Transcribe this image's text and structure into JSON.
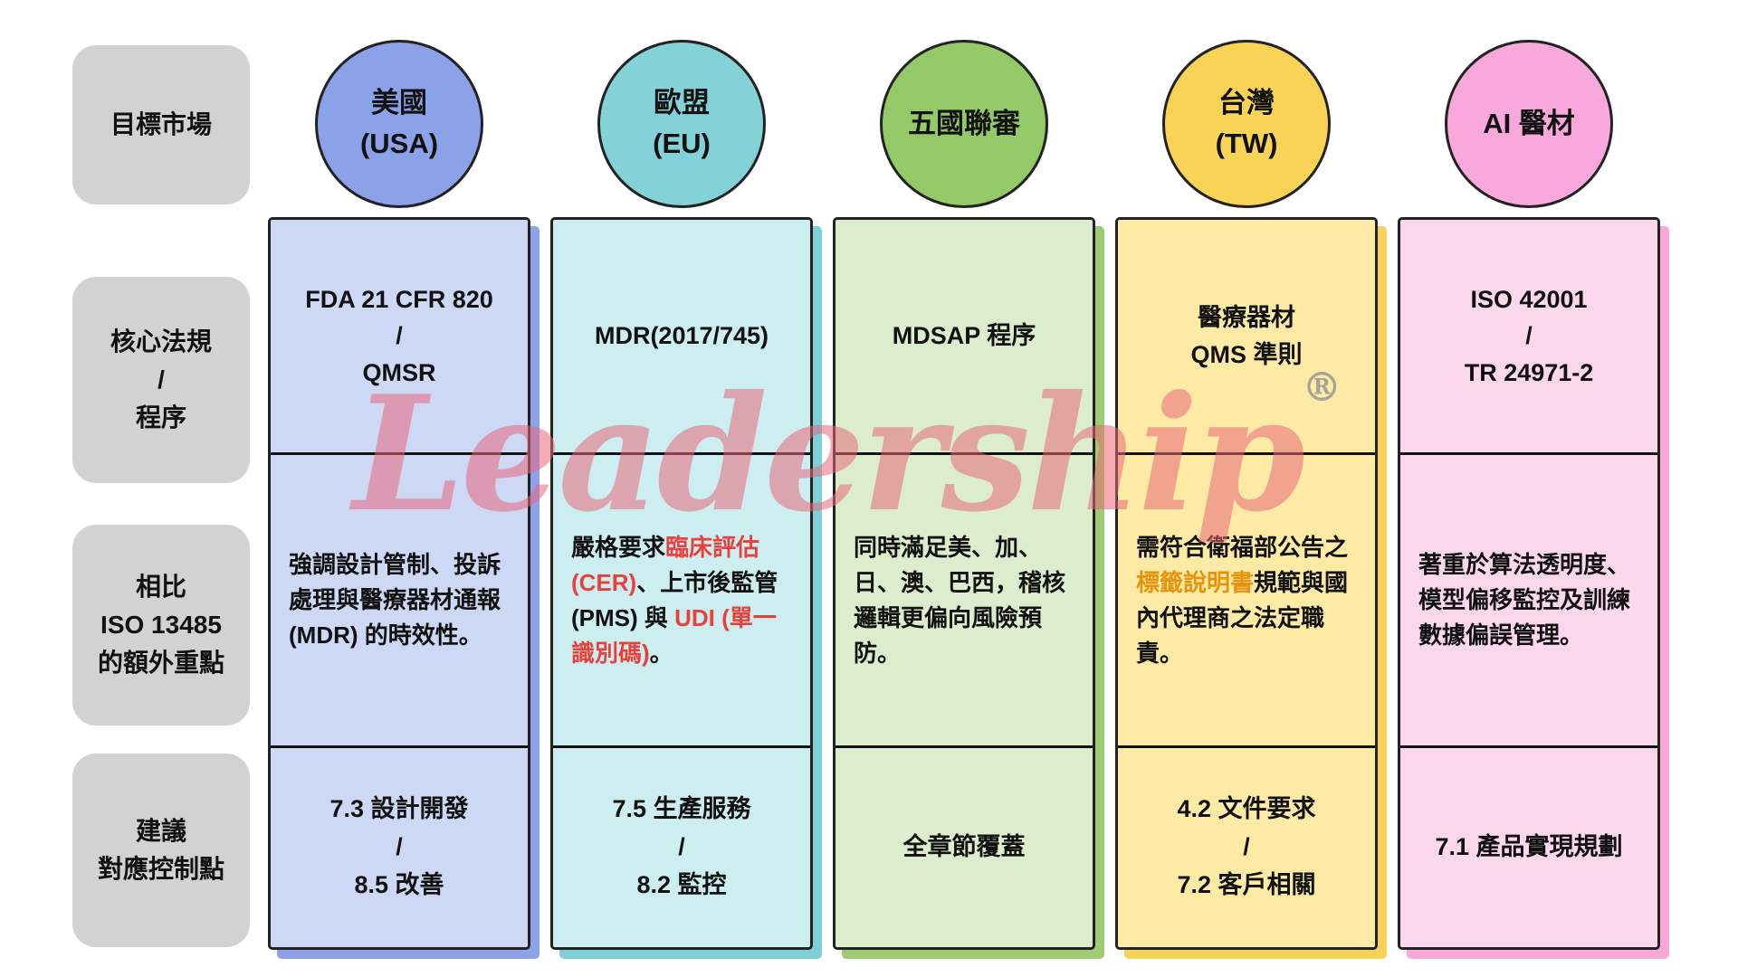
{
  "watermark": {
    "text": "Leadership",
    "reg": "®"
  },
  "row_labels": [
    {
      "id": "market",
      "text": "目標市場"
    },
    {
      "id": "core",
      "text": "核心法規\n/\n程序"
    },
    {
      "id": "extra",
      "text": "相比\nISO 13485\n的額外重點"
    },
    {
      "id": "control",
      "text": "建議\n對應控制點"
    }
  ],
  "columns": [
    {
      "id": "usa",
      "market": "美國\n(USA)",
      "circle_color": "#8ba1e8",
      "column_color": "#ccd8f4",
      "shadow_color": "#8da2e8",
      "core": "FDA 21 CFR 820\n/\nQMSR",
      "extra_segments": [
        {
          "text": "強調設計管制、投訴處理與醫療器材通報 (MDR) 的時效性。",
          "style": "normal"
        }
      ],
      "control": "7.3 設計開發\n/\n8.5 改善"
    },
    {
      "id": "eu",
      "market": "歐盟\n(EU)",
      "circle_color": "#82d2d8",
      "column_color": "#cdeef0",
      "shadow_color": "#7ed0d6",
      "core": "MDR(2017/745)",
      "extra_segments": [
        {
          "text": "嚴格要求",
          "style": "normal"
        },
        {
          "text": "臨床評估 (CER)",
          "style": "red"
        },
        {
          "text": "、上市後監管 (PMS) 與 ",
          "style": "normal"
        },
        {
          "text": "UDI (單一識別碼)",
          "style": "red"
        },
        {
          "text": "。",
          "style": "normal"
        }
      ],
      "control": "7.5 生產服務\n/\n8.2 監控"
    },
    {
      "id": "mdsap",
      "market": "五國聯審",
      "circle_color": "#94c968",
      "column_color": "#dcedcd",
      "shadow_color": "#9fcc72",
      "core": "MDSAP 程序",
      "extra_segments": [
        {
          "text": "同時滿足美、加、日、澳、巴西，稽核邏輯更偏向風險預防。",
          "style": "normal"
        }
      ],
      "control": "全章節覆蓋"
    },
    {
      "id": "tw",
      "market": "台灣\n(TW)",
      "circle_color": "#f8d355",
      "column_color": "#fdeaa5",
      "shadow_color": "#f6d258",
      "core": "醫療器材\nQMS 準則",
      "extra_segments": [
        {
          "text": "需符合衛福部公告之",
          "style": "normal"
        },
        {
          "text": "標籤說明書",
          "style": "orange"
        },
        {
          "text": "規範與國內代理商之法定職責。",
          "style": "normal"
        }
      ],
      "control": "4.2 文件要求\n/\n7.2 客戶相關"
    },
    {
      "id": "ai",
      "market": "AI 醫材",
      "circle_color": "#f9a8dc",
      "column_color": "#fbd7ec",
      "shadow_color": "#f9a6d8",
      "core": "ISO 42001\n/\nTR 24971-2",
      "extra_segments": [
        {
          "text": "著重於算法透明度、模型偏移監控及訓練數據偏誤管理。",
          "style": "normal"
        }
      ],
      "control": "7.1 產品實現規劃"
    }
  ]
}
